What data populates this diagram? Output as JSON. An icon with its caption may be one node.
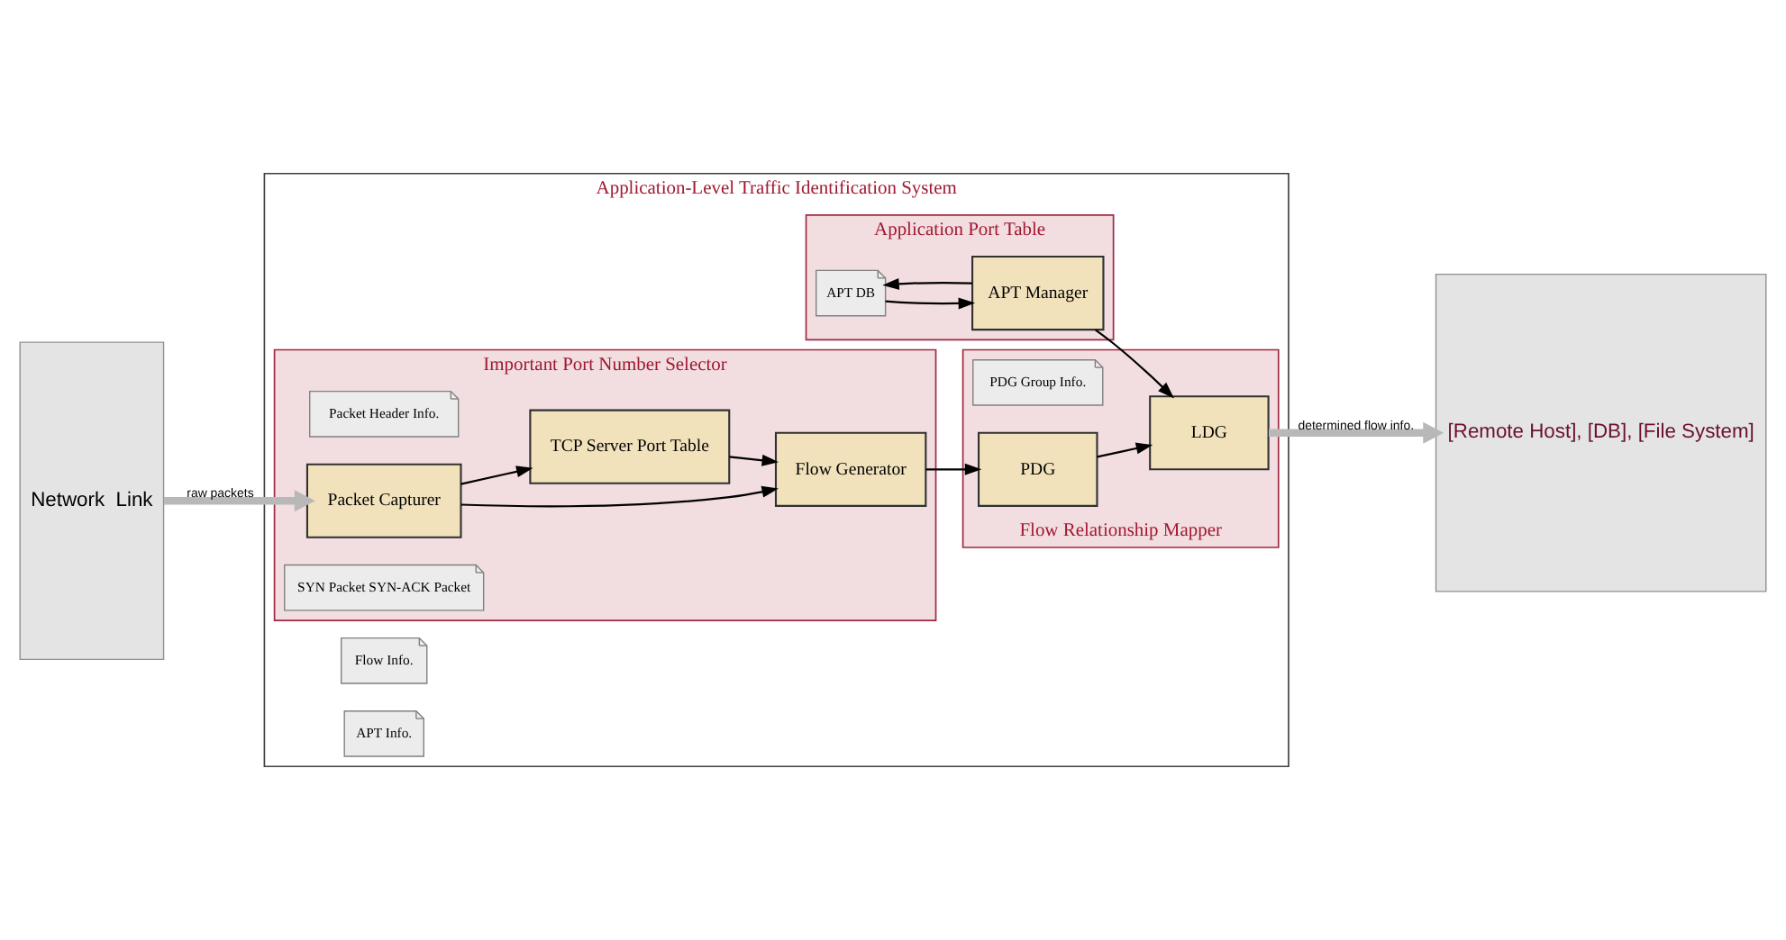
{
  "diagram": {
    "nodes": [
      {
        "text": [
          "Network  Link"
        ]
      },
      {
        "text": [
          "Application-Level Traffic Identification System"
        ]
      },
      {
        "text": [
          "Application Port Table"
        ],
        "in": 1
      },
      {
        "text": [
          "APT DB"
        ],
        "in": 2
      },
      {
        "text": [
          "APT Manager"
        ],
        "in": 2
      },
      {
        "text": [
          "Important Port Number Selector"
        ],
        "in": 1
      },
      {
        "text": [
          "Packet Header Info."
        ],
        "in": 5
      },
      {
        "text": [
          "Packet Capturer"
        ],
        "in": 5
      },
      {
        "text": [
          "Flow Generator"
        ],
        "in": 5
      },
      {
        "text": [
          "TCP Server Port Table"
        ],
        "in": 5
      },
      {
        "text": [
          "SYN Packet SYN-ACK Packet"
        ],
        "in": 5
      },
      {
        "text": [
          "Flow Info."
        ],
        "in": 1
      },
      {
        "text": [
          "APT Info."
        ],
        "in": 1
      },
      {
        "text": [
          "Flow Relationship Mapper"
        ],
        "in": 1
      },
      {
        "text": [
          "PDG Group Info."
        ],
        "in": 13
      },
      {
        "text": [
          "PDG"
        ],
        "in": 13
      },
      {
        "text": [
          "LDG"
        ],
        "in": 13
      },
      {
        "text": [
          "[Remote Host], [DB], [File System]"
        ]
      }
    ],
    "edges": [
      {
        "from": 0,
        "to": 7,
        "arrow": "to",
        "label": "raw packets",
        "style": "thick",
        "color": "#b8b8b8"
      },
      {
        "from": 7,
        "to": 8,
        "arrow": "to"
      },
      {
        "from": 7,
        "to": 9,
        "arrow": "to"
      },
      {
        "from": 9,
        "to": 8,
        "arrow": "to"
      },
      {
        "from": 3,
        "to": 4,
        "arrow": "to"
      },
      {
        "from": 4,
        "to": 3,
        "arrow": "to"
      },
      {
        "from": 8,
        "to": 15,
        "arrow": "to"
      },
      {
        "from": 4,
        "to": 16,
        "arrow": "to"
      },
      {
        "from": 15,
        "to": 16,
        "arrow": "to"
      },
      {
        "from": 16,
        "to": 17,
        "arrow": "to",
        "label": "determined flow info.",
        "style": "thick",
        "color": "#b8b8b8"
      }
    ]
  }
}
